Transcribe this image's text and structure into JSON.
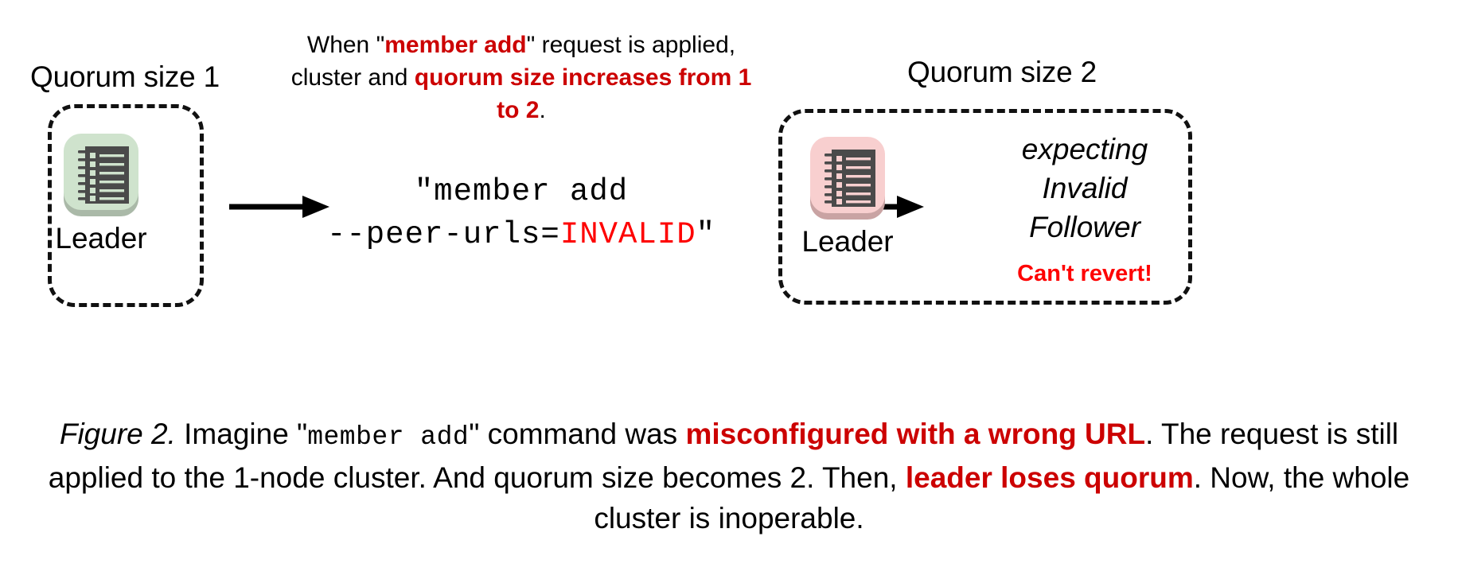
{
  "figure": {
    "left_cluster": {
      "title": "Quorum size 1",
      "node": {
        "label": "Leader",
        "icon": "ledger-icon",
        "plate_color": "#cfe3cd",
        "shadow_color": "#aab9a8"
      }
    },
    "right_cluster": {
      "title": "Quorum size 2",
      "node": {
        "label": "Leader",
        "icon": "ledger-icon",
        "plate_color": "#f8cfcf",
        "shadow_color": "#c9a3a3"
      },
      "status_lines": [
        "expecting",
        "Invalid",
        "Follower"
      ],
      "warning": "Can't revert!"
    },
    "annotation": {
      "part1": "When \"",
      "emphasis1": "member add",
      "part2": "\" request is applied, cluster and ",
      "emphasis2": "quorum size increases from 1 to 2",
      "part3": "."
    },
    "command": {
      "line1": "\"member add",
      "line2_prefix": "--peer-urls=",
      "line2_invalid": "INVALID",
      "line2_suffix": "\""
    },
    "arrows": [
      "arrow-right-1",
      "arrow-right-2"
    ],
    "caption": {
      "figure_number": "Figure 2.",
      "t1": " Imagine \"",
      "mono1": "member add",
      "t2": "\" command was ",
      "em1": "misconfigured with a wrong URL",
      "t3": ". The request is still applied to the 1-node cluster. And quorum size becomes 2. Then, ",
      "em2": "leader loses quorum",
      "t4": ". Now, the whole cluster is inoperable."
    },
    "colors": {
      "emphasis_red": "#cc0000",
      "bright_red": "#fe0000",
      "text_black": "#000000",
      "background": "#ffffff"
    }
  }
}
